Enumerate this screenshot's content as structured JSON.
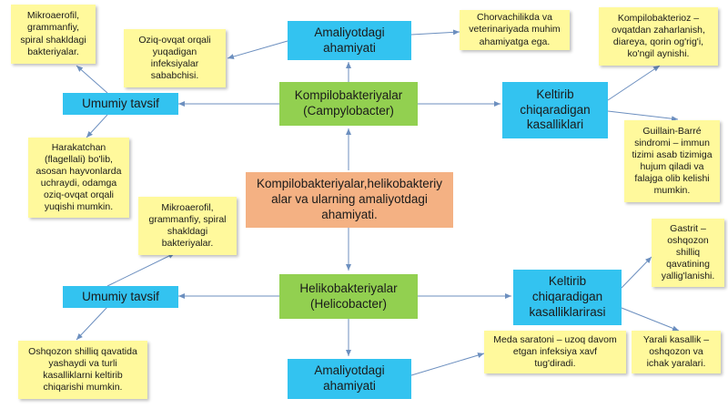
{
  "central": "Kompilobakteriyalar,helikobakteriy alar va ularning amaliyotdagi ahamiyati.",
  "kompilo": {
    "title": "Kompilobakteriyalar\n(Campylobacter)",
    "practical": "Amaliyotdagi\nahamiyati",
    "general": "Umumiy tavsif",
    "diseases": "Keltirib\nchiqaradigan\nkasalliklari",
    "note_practical_left": "Oziq-ovqat orqali\nyuqadigan\ninfeksiyalar\nsababchisi.",
    "note_practical_right": "Chorvachilikda va\nveterinariyada muhim\nahamiyatga ega.",
    "note_general_top": "Mikroaerofil,\ngrammanfiy,\nspiral shakldagi\nbakteriyalar.",
    "note_general_bottom": "Harakatchan\n(flagellali) bo'lib,\nasosan hayvonlarda\nuchraydi, odamga\noziq-ovqat orqali\nyuqishi mumkin.",
    "note_disease_top": "Kompilobakterioz –\novqatdan zaharlanish,\ndiareya, qorin og'rig'i,\nko'ngil aynishi.",
    "note_disease_bottom": "Guillain-Barré\nsindromi – immun\ntizimi asab tizimiga\nhujum qiladi va\nfalajga olib kelishi\nmumkin."
  },
  "heliko": {
    "title": "Helikobakteriyalar\n(Helicobacter)",
    "practical": "Amaliyotdagi\nahamiyati",
    "general": "Umumiy tavsif",
    "diseases": "Keltirib\nchiqaradigan\nkasalliklarirasi",
    "note_general_top": "Mikroaerofil,\ngrammanfiy, spiral\nshakldagi\nbakteriyalar.",
    "note_general_bottom": "Oshqozon shilliq qavatida\nyashaydi va turli\nkasalliklarni keltirib\nchiqarishi mumkin.",
    "note_practical": "Meda saratoni – uzoq davom\netgan infeksiya xavf\ntug'diradi.",
    "note_disease_top": "Gastrit –\noshqozon\nshilliq\nqavatining\nyallig'lanishi.",
    "note_disease_bottom": "Yarali kasallik –\noshqozon va\nichak yaralari."
  },
  "colors": {
    "central": "#f4b183",
    "topic": "#92d050",
    "branch": "#33c3f0",
    "note": "#fff99c",
    "connector": "#6c8fbf"
  }
}
